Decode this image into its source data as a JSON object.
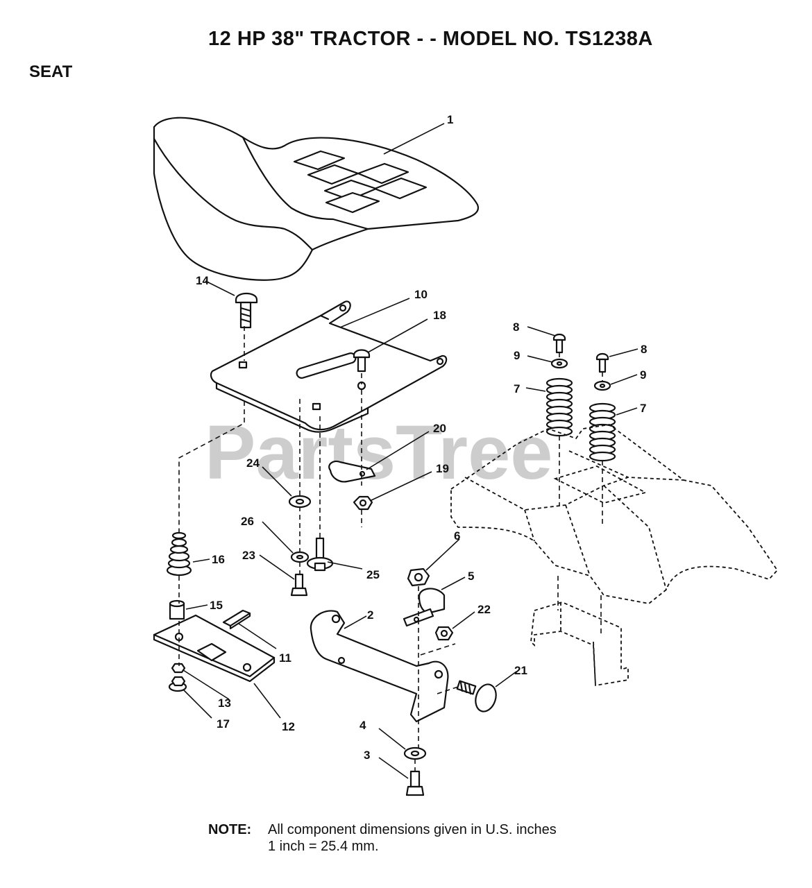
{
  "header": {
    "title": "12 HP 38\" TRACTOR - - MODEL NO.  TS1238A",
    "section": "SEAT"
  },
  "watermark": "PartsTree",
  "callouts": {
    "p1": "1",
    "p2": "2",
    "p3": "3",
    "p4": "4",
    "p5": "5",
    "p6": "6",
    "p7a": "7",
    "p7b": "7",
    "p8a": "8",
    "p8b": "8",
    "p9a": "9",
    "p9b": "9",
    "p10": "10",
    "p11": "11",
    "p12": "12",
    "p13": "13",
    "p14": "14",
    "p15": "15",
    "p16": "16",
    "p17": "17",
    "p18": "18",
    "p19": "19",
    "p20": "20",
    "p21": "21",
    "p22": "22",
    "p23": "23",
    "p24": "24",
    "p25": "25",
    "p26": "26"
  },
  "note": {
    "label": "NOTE:",
    "line1": "All component dimensions given in U.S. inches",
    "line2": "1 inch = 25.4 mm."
  }
}
